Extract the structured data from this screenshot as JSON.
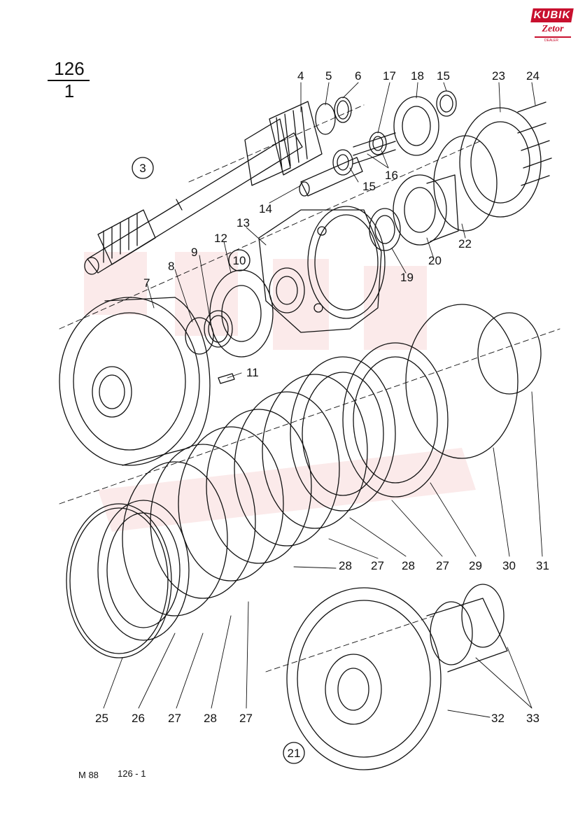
{
  "logo": {
    "brand": "KUBIK",
    "sub": "Zetor",
    "tag": "DEALER"
  },
  "page_number": {
    "top": "126",
    "bottom": "1"
  },
  "assembly_groups": [
    "3",
    "10",
    "21"
  ],
  "part_numbers": [
    "4",
    "5",
    "6",
    "17",
    "18",
    "15",
    "23",
    "24",
    "16",
    "15",
    "14",
    "13",
    "12",
    "9",
    "8",
    "7",
    "11",
    "22",
    "20",
    "19",
    "28",
    "27",
    "28",
    "27",
    "29",
    "30",
    "31",
    "25",
    "26",
    "27",
    "28",
    "27",
    "32",
    "33"
  ],
  "footer": {
    "model": "M 88",
    "ref": "126 - 1"
  },
  "colors": {
    "ink": "#111111",
    "logo_red": "#c8102e",
    "watermark": "#f3c3c3"
  }
}
